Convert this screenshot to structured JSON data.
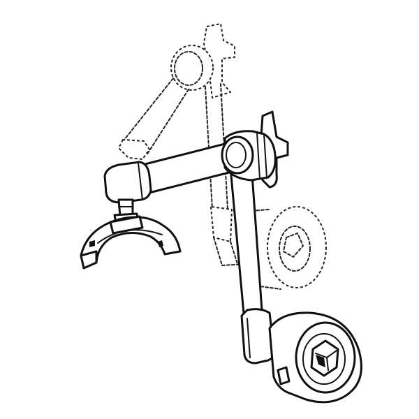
{
  "figure": {
    "background": "#ffffff",
    "ink": "#111111",
    "style": "line-art",
    "icons": [
      "articulating-arm-illustration"
    ],
    "states": [
      "ghost-position-dashed",
      "current-position-solid"
    ]
  }
}
